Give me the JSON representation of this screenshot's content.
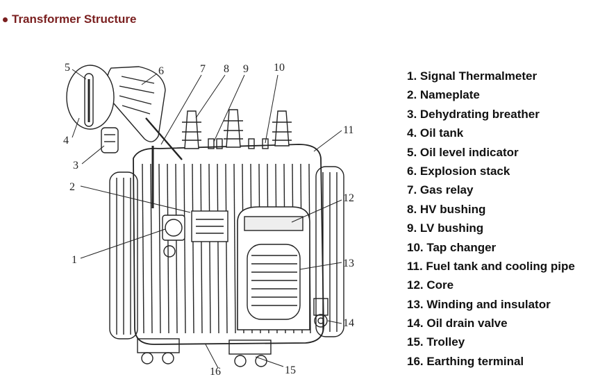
{
  "heading": "Transformer Structure",
  "callouts": [
    "1",
    "2",
    "3",
    "4",
    "5",
    "6",
    "7",
    "8",
    "9",
    "10",
    "11",
    "12",
    "13",
    "14",
    "15",
    "16"
  ],
  "legend": [
    "1. Signal Thermalmeter",
    "2. Nameplate",
    "3. Dehydrating breather",
    "4. Oil tank",
    "5. Oil level indicator",
    "6. Explosion stack",
    "7. Gas relay",
    "8. HV bushing",
    "9. LV bushing",
    "10. Tap changer",
    "11. Fuel tank and cooling pipe",
    "12. Core",
    "13. Winding and insulator",
    "14. Oil drain valve",
    "15. Trolley",
    "16. Earthing terminal"
  ],
  "colors": {
    "heading": "#7a1f1f",
    "line": "#222222"
  }
}
